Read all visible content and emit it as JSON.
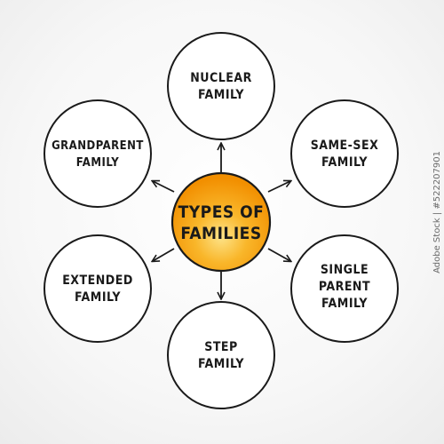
{
  "center": {
    "label_line1": "TYPES OF",
    "label_line2": "FAMILIES",
    "fill": "#f59b0a",
    "highlight": "#fde48a"
  },
  "nodes": [
    {
      "id": "nuclear",
      "line1": "NUCLEAR",
      "line2": "FAMILY"
    },
    {
      "id": "same-sex",
      "line1": "SAME-SEX",
      "line2": "FAMILY"
    },
    {
      "id": "single-parent",
      "line1": "SINGLE",
      "line2": "PARENT",
      "line3": "FAMILY"
    },
    {
      "id": "step",
      "line1": "STEP",
      "line2": "FAMILY"
    },
    {
      "id": "extended",
      "line1": "EXTENDED",
      "line2": "FAMILY"
    },
    {
      "id": "grandparent",
      "line1": "GRANDPARENT",
      "line2": "FAMILY"
    }
  ],
  "stock_id": "522207901",
  "watermark": "Adobe Stock"
}
